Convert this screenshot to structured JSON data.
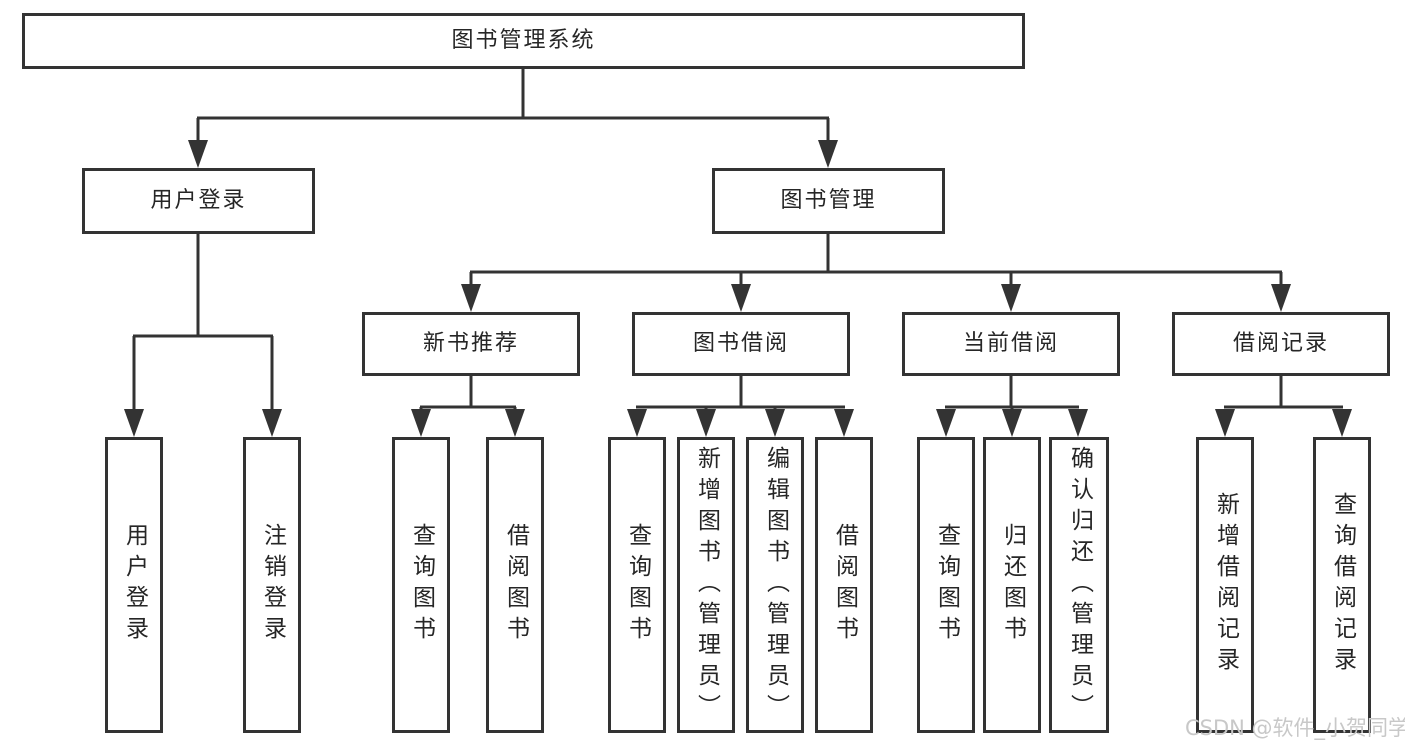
{
  "tree": {
    "root": {
      "label": "图书管理系统",
      "children": [
        {
          "label": "用户登录",
          "children": [
            {
              "label": "用户登录"
            },
            {
              "label": "注销登录"
            }
          ]
        },
        {
          "label": "图书管理",
          "children": [
            {
              "label": "新书推荐",
              "children": [
                {
                  "label": "查询图书"
                },
                {
                  "label": "借阅图书"
                }
              ]
            },
            {
              "label": "图书借阅",
              "children": [
                {
                  "label": "查询图书"
                },
                {
                  "label": "新增图书（管理员）"
                },
                {
                  "label": "编辑图书（管理员）"
                },
                {
                  "label": "借阅图书"
                }
              ]
            },
            {
              "label": "当前借阅",
              "children": [
                {
                  "label": "查询图书"
                },
                {
                  "label": "归还图书"
                },
                {
                  "label": "确认归还（管理员）"
                }
              ]
            },
            {
              "label": "借阅记录",
              "children": [
                {
                  "label": "新增借阅记录"
                },
                {
                  "label": "查询借阅记录"
                }
              ]
            }
          ]
        }
      ]
    }
  },
  "watermark": {
    "text": "CSDN @软件_小贺同学"
  },
  "colors": {
    "line": "#333333",
    "text": "#262626",
    "box_background": "#ffffff",
    "watermark": "#c8c8c8",
    "canvas_background": "#ffffff"
  }
}
